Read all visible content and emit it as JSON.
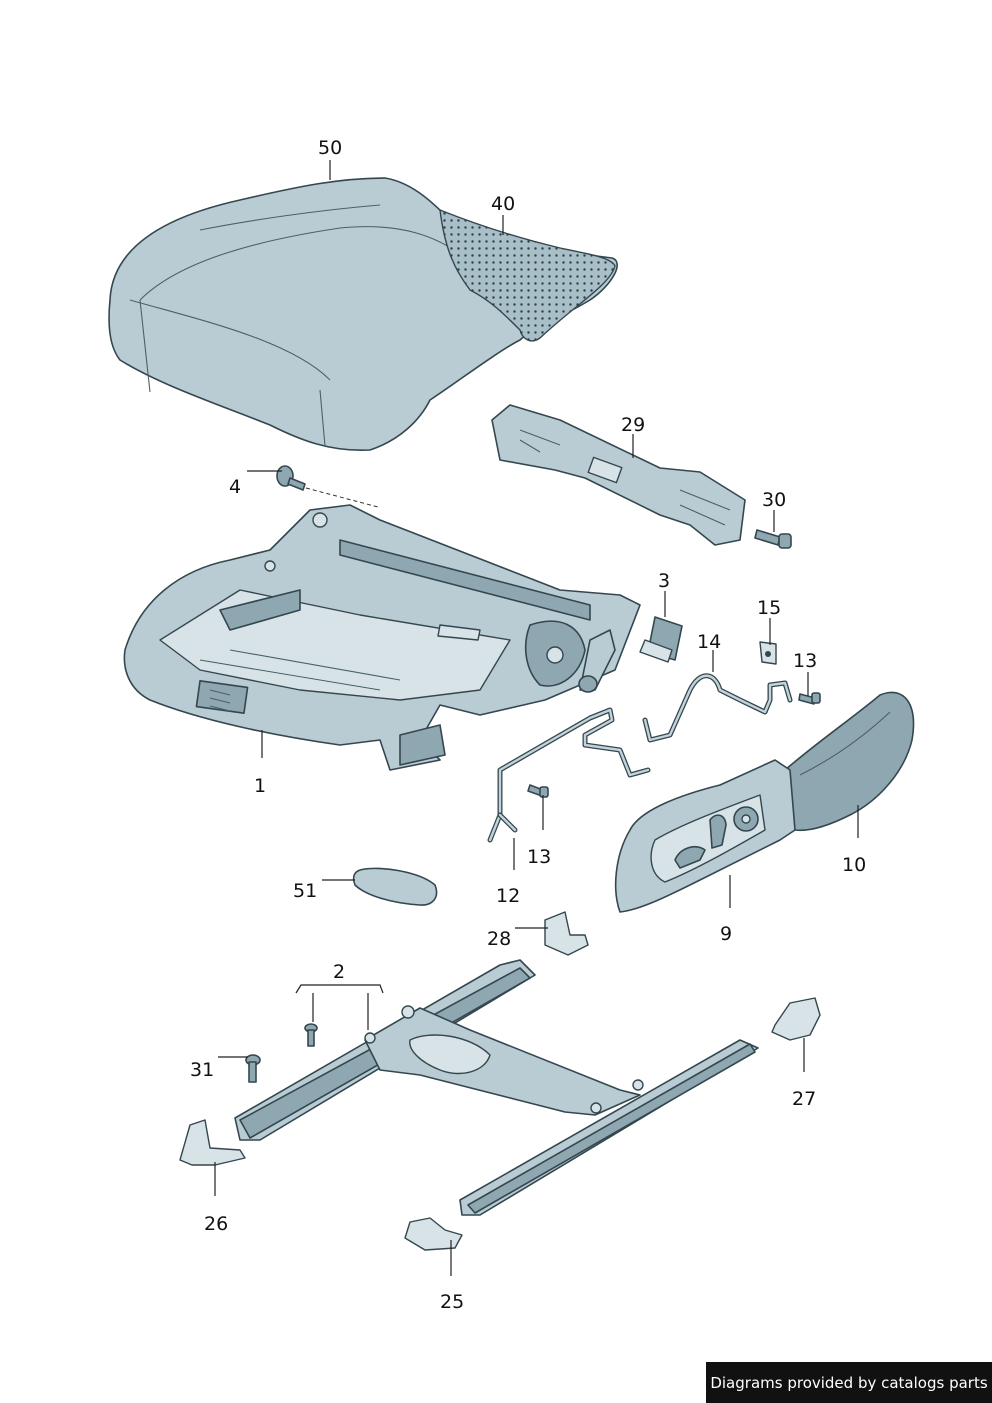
{
  "callouts": {
    "c50": "50",
    "c40": "40",
    "c29": "29",
    "c4": "4",
    "c30": "30",
    "c3": "3",
    "c15": "15",
    "c14": "14",
    "c13a": "13",
    "c1": "1",
    "c13b": "13",
    "c12": "12",
    "c10": "10",
    "c9": "9",
    "c51": "51",
    "c28": "28",
    "c2": "2",
    "c31": "31",
    "c27": "27",
    "c26": "26",
    "c25": "25"
  },
  "footer": {
    "credit": "Diagrams provided by catalogs parts"
  },
  "colors": {
    "part_fill": "#b9ccd3",
    "outline": "#34474f",
    "credit_bg": "#111111"
  }
}
